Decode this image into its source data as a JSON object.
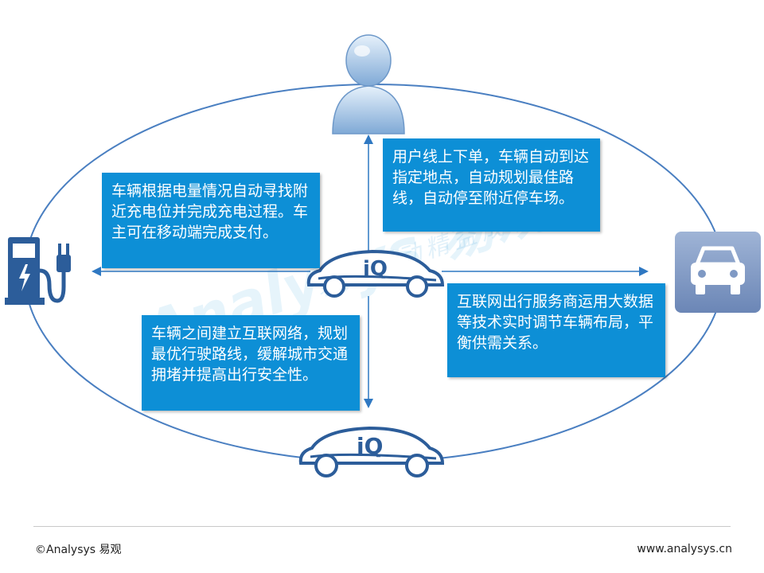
{
  "boxes": {
    "charging": "车辆根据电量情况自动寻找附近充电位并完成充电过程。车主可在移动端完成支付。",
    "user": "用户线上下单，车辆自动到达指定地点，自动规划最佳路线，自动停至附近停车场。",
    "service": "互联网出行服务商运用大数据等技术实时调节车辆布局，平衡供需关系。",
    "network": "车辆之间建立互联网络，规划最优行驶路线，缓解城市交通拥堵并提高出行安全性。"
  },
  "car_logo_text": "iQ",
  "watermark": {
    "brand": "Analysys 易观",
    "slogan": "数据驱动精益成长"
  },
  "footer": {
    "copyright": "©Analysys 易观",
    "website": "www.analysys.cn"
  },
  "colors": {
    "accent": "#0d8fd6",
    "ellipse": "#4a7fc1",
    "icon_dark": "#2c5d9a",
    "car_tile": "#7f99c4"
  },
  "icons": [
    "user-icon",
    "charging-station-icon",
    "car-tile-icon",
    "smart-car-icon"
  ]
}
